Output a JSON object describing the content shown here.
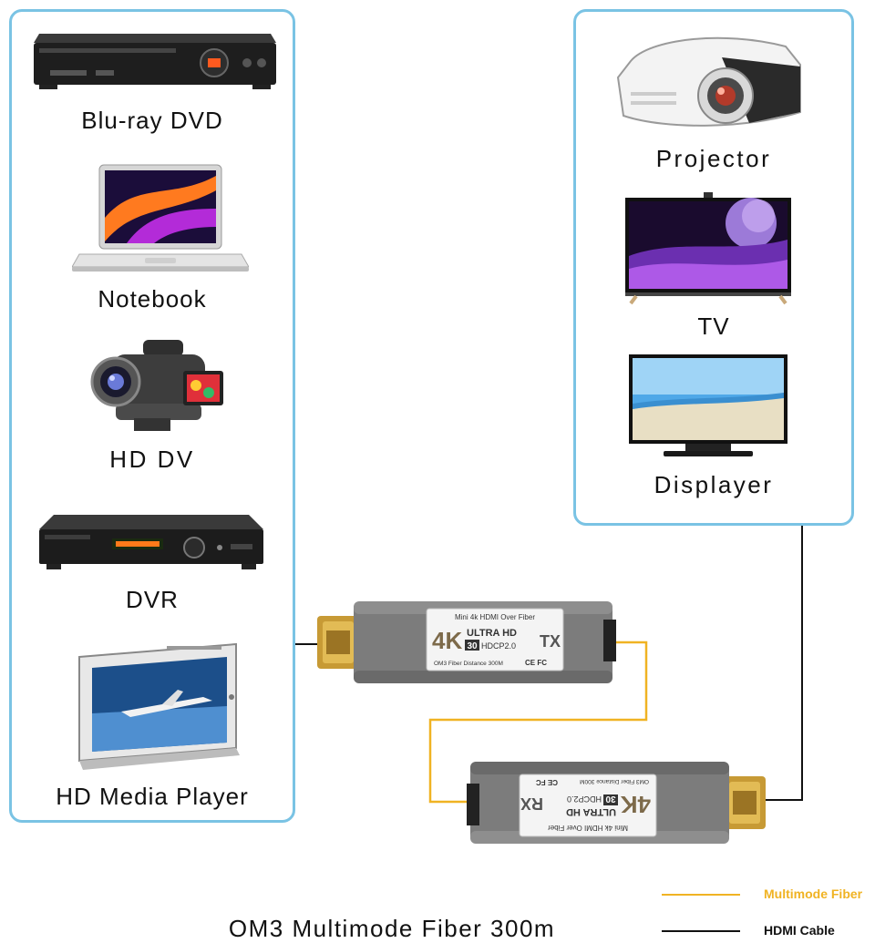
{
  "sources": [
    {
      "label": "Blu-ray DVD"
    },
    {
      "label": "Notebook"
    },
    {
      "label": "HD DV"
    },
    {
      "label": "DVR"
    },
    {
      "label": "HD Media Player"
    }
  ],
  "displays": [
    {
      "label": "Projector"
    },
    {
      "label": "TV"
    },
    {
      "label": "Displayer"
    }
  ],
  "transmitter": {
    "top_text": "Mini 4k HDMI Over Fiber",
    "badge_4k": "4K",
    "badge_ultra": "ULTRA HD",
    "badge_30": "30",
    "badge_hdcp": "HDCP2.0",
    "mode": "TX",
    "bottom_text": "OM3 Fiber Distance 300M",
    "marks": "CE FC"
  },
  "receiver": {
    "top_text": "OM3 Fiber Distance 300M",
    "badge_4k": "4K",
    "badge_ultra": "ULTRA HD",
    "badge_30": "30",
    "badge_hdcp": "HDCP2.0",
    "mode": "RX",
    "bottom_text": "Mini 4k HDMI Over Fiber",
    "marks": "CE FC"
  },
  "title": "OM3 Multimode Fiber 300m",
  "legend": [
    {
      "label": "Multimode Fiber",
      "color": "#f0b323"
    },
    {
      "label": "HDMI Cable",
      "color": "#111111"
    }
  ]
}
